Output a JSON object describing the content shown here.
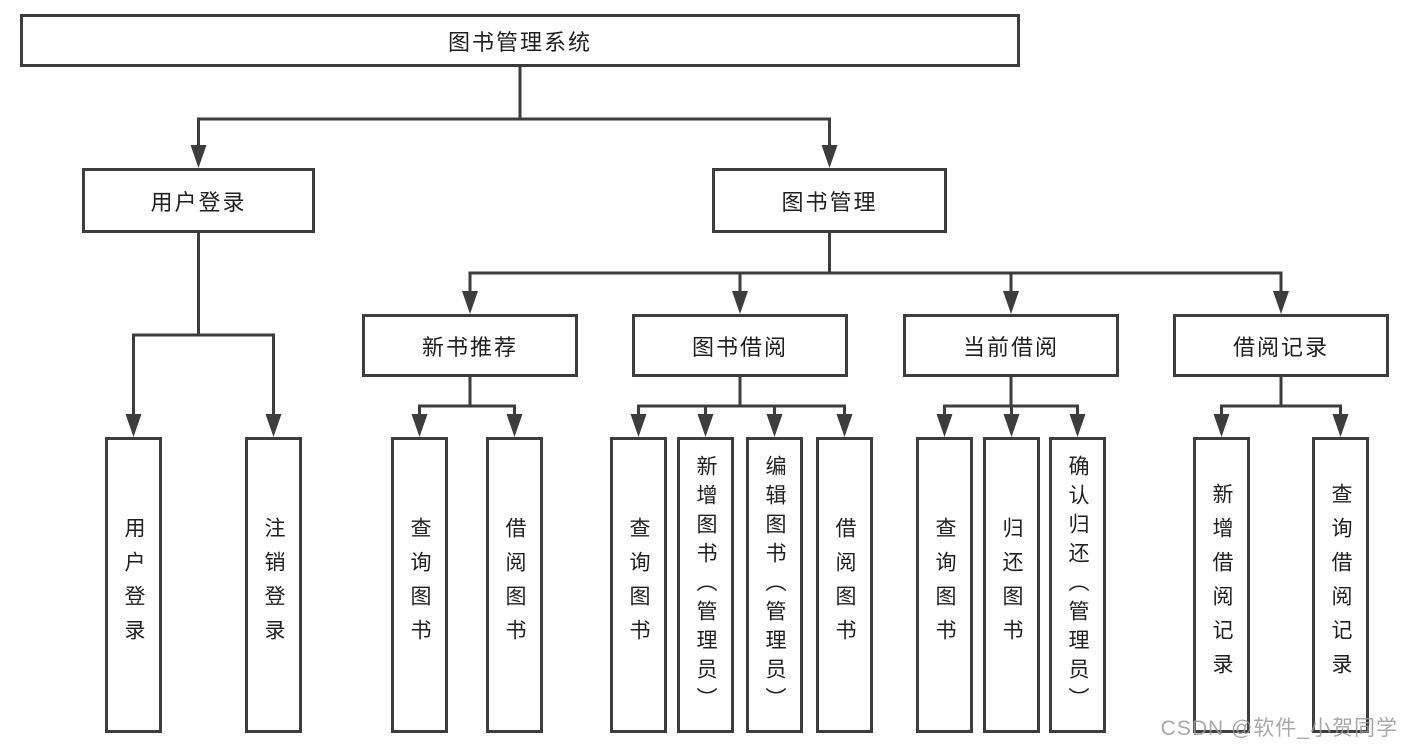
{
  "diagram": {
    "root": {
      "label": "图书管理系统"
    },
    "branches": [
      {
        "label": "用户登录",
        "children": [
          {
            "label": "用户登录"
          },
          {
            "label": "注销登录"
          }
        ]
      },
      {
        "label": "图书管理",
        "children": [
          {
            "label": "新书推荐",
            "children": [
              {
                "label": "查询图书"
              },
              {
                "label": "借阅图书"
              }
            ]
          },
          {
            "label": "图书借阅",
            "children": [
              {
                "label": "查询图书"
              },
              {
                "label": "新增图书（管理员）"
              },
              {
                "label": "编辑图书（管理员）"
              },
              {
                "label": "借阅图书"
              }
            ]
          },
          {
            "label": "当前借阅",
            "children": [
              {
                "label": "查询图书"
              },
              {
                "label": "归还图书"
              },
              {
                "label": "确认归还（管理员）"
              }
            ]
          },
          {
            "label": "借阅记录",
            "children": [
              {
                "label": "新增借阅记录"
              },
              {
                "label": "查询借阅记录"
              }
            ]
          }
        ]
      }
    ]
  },
  "watermark": {
    "text": "CSDN @软件_小贺同学"
  },
  "colors": {
    "line": "#3d3d3d",
    "box_border": "#3d3d3d",
    "text": "#1f1f1f",
    "watermark": "#9a9a9a",
    "background": "#ffffff"
  }
}
